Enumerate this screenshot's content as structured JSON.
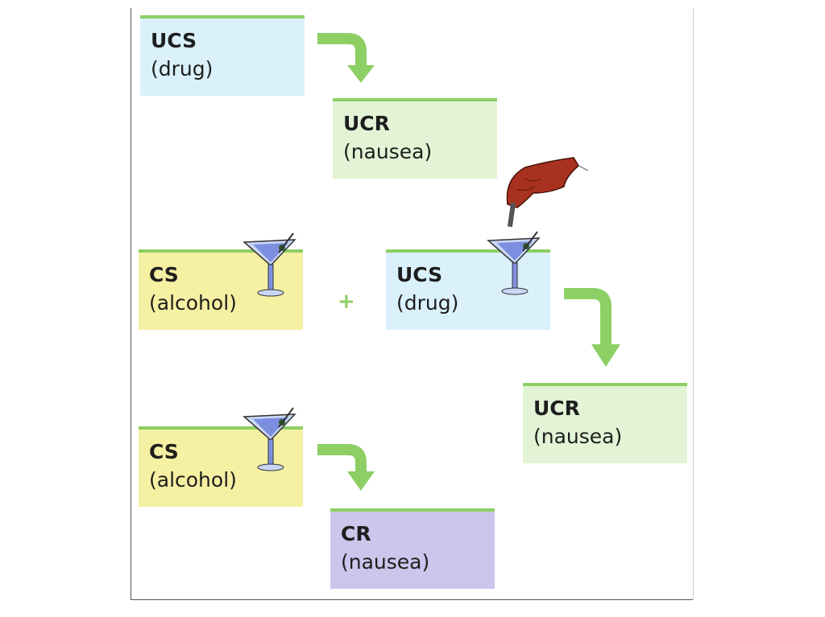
{
  "boxes": [
    {
      "title": "UCS",
      "sub": "(drug)"
    },
    {
      "title": "UCR",
      "sub": "(nausea)"
    },
    {
      "title": "CS",
      "sub": "(alcohol)"
    },
    {
      "title": "UCS",
      "sub": "(drug)"
    },
    {
      "title": "UCR",
      "sub": "(nausea)"
    },
    {
      "title": "CS",
      "sub": "(alcohol)"
    },
    {
      "title": "CR",
      "sub": "(nausea)"
    }
  ],
  "plus": "+",
  "colors": {
    "arrow": "#8dcf64",
    "ucs": "#daf1fb",
    "ucr": "#e2f4d5",
    "cs": "#f5f0a2",
    "cr": "#cbc6ec"
  }
}
